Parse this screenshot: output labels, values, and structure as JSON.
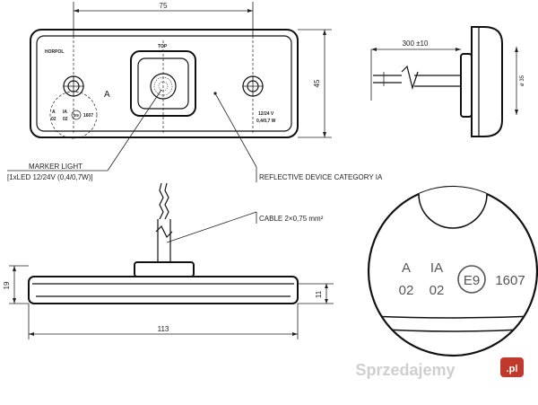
{
  "top_view": {
    "brand": "HORPOL",
    "top_label": "TOP",
    "point_label": "A",
    "mark_a": "A",
    "mark_ia": "IA",
    "mark_02a": "02",
    "mark_02b": "02",
    "e_mark": "E9",
    "approval": "1607",
    "voltage": "12/24 V",
    "power": "0,4/0,7 W",
    "dim_width": "75",
    "dim_height": "45"
  },
  "side_view": {
    "dim_cable": "300 ±10",
    "dim_diameter": "ø 35"
  },
  "front_view": {
    "dim_length": "113",
    "dim_height": "19",
    "dim_depth": "11"
  },
  "callouts": {
    "marker_title": "MARKER LIGHT",
    "marker_spec": "[1xLED 12/24V (0,4/0,7W)]",
    "reflective": "REFLECTIVE DEVICE CATEGORY IA",
    "cable": "CABLE 2×0,75 mm²"
  },
  "detail": {
    "a": "A",
    "ia": "IA",
    "row_a": "02",
    "row_b": "02",
    "e_mark": "E9",
    "approval": "1607"
  },
  "watermark": {
    "text": "Sprzedajemy",
    "suffix": ".pl"
  },
  "colors": {
    "line": "#111111",
    "watermark": "#cfcfcf",
    "badge": "#c0392b"
  }
}
